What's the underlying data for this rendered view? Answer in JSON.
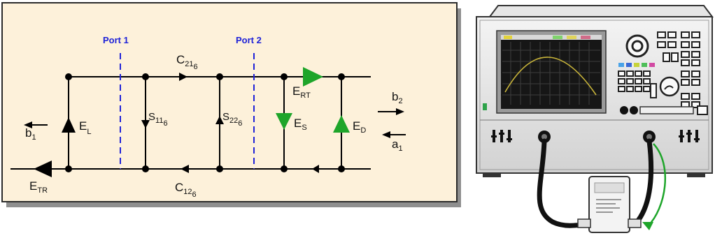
{
  "diagram": {
    "ports": {
      "port1": "Port 1",
      "port2": "Port 2"
    },
    "labels": {
      "c21": {
        "main": "C",
        "sub": "21",
        "tail": "6"
      },
      "c12": {
        "main": "C",
        "sub": "12",
        "tail": "6"
      },
      "s11": {
        "main": "S",
        "sub": "11",
        "tail": "6"
      },
      "s22": {
        "main": "S",
        "sub": "22",
        "tail": "6"
      },
      "erl": {
        "main": "E",
        "sub": "RT"
      },
      "es": {
        "main": "E",
        "sub": "S"
      },
      "ed": {
        "main": "E",
        "sub": "D"
      },
      "el": {
        "main": "E",
        "sub": "L"
      },
      "etr": {
        "main": "E",
        "sub": "TR"
      },
      "b1": {
        "main": "b",
        "sub": "1"
      },
      "b2": {
        "main": "b",
        "sub": "2"
      },
      "a1": {
        "main": "a",
        "sub": "1"
      }
    },
    "colors": {
      "panel": "#fdf1da",
      "port_line": "#1e22d8",
      "green_arrow": "#1ea52a",
      "wire": "#000000"
    }
  },
  "analyzer": {
    "icon": "network-analyzer-icon",
    "cable_icon": "coax-cable-icon",
    "calibration_module_icon": "ecal-module-icon",
    "screen_trace_color": "#c8b43a"
  }
}
